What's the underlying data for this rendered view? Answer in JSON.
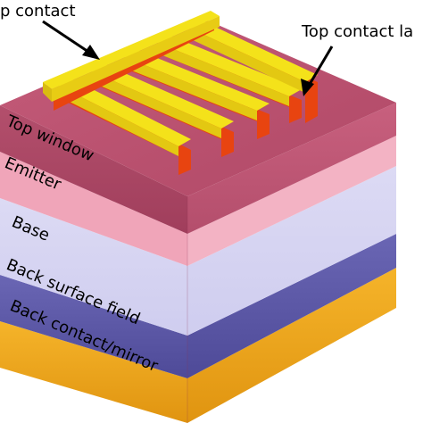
{
  "callouts": {
    "top_contact": "p contact",
    "top_contact_layer": "Top contact la"
  },
  "layers": {
    "top_window": "Top window",
    "emitter": "Emitter",
    "base": "Base",
    "back_surface_field": "Back surface field",
    "back_contact_mirror": "Back contact/mirror"
  },
  "colors": {
    "top_window": "#b8506e",
    "emitter": "#f2aabd",
    "base": "#d6d4f2",
    "back_surface_field": "#5c58a8",
    "back_contact": "#f0a81e",
    "contact_yellow": "#f5e51c",
    "contact_orange": "#ef4a10"
  }
}
